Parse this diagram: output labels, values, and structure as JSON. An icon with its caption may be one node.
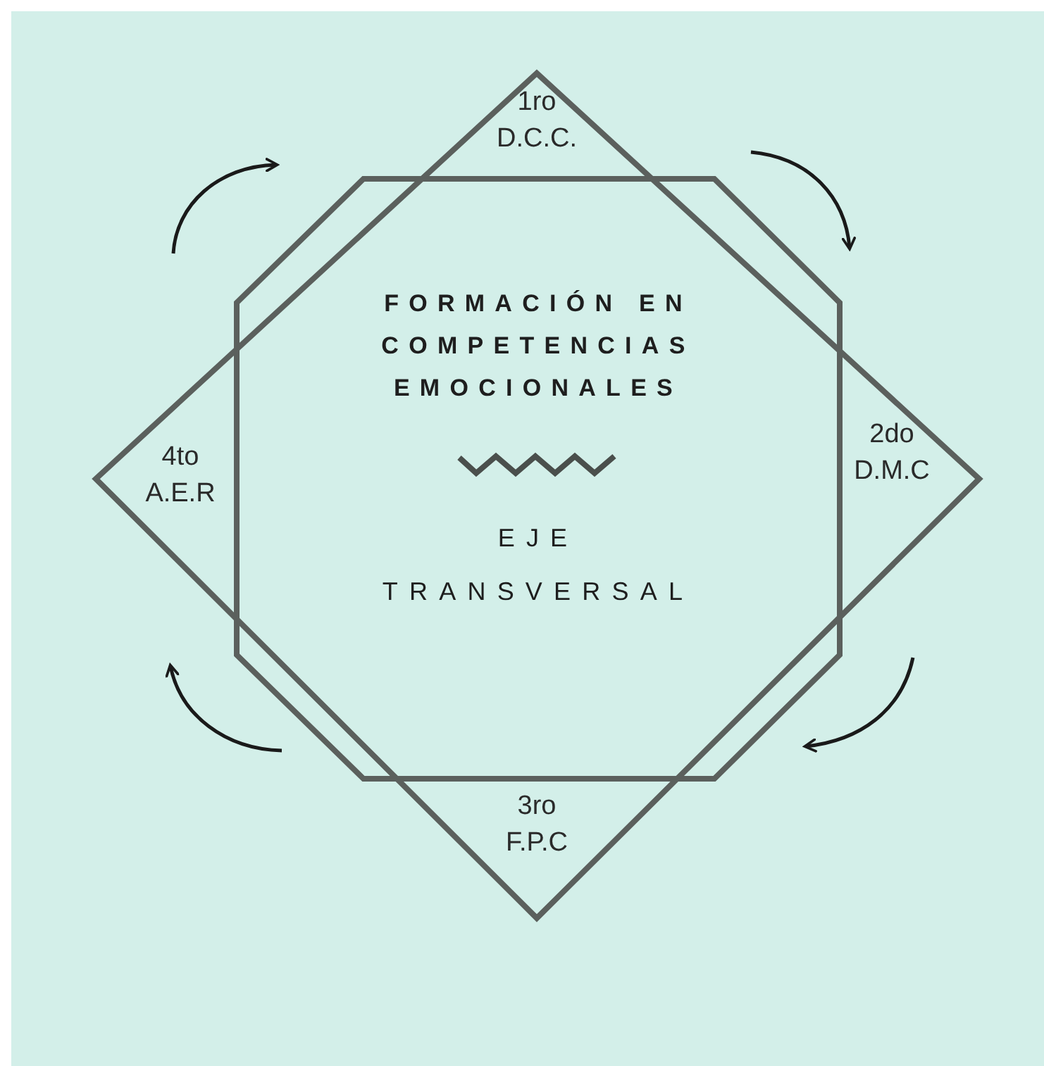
{
  "diagram": {
    "nodes": [
      {
        "text": [
          "FORMACIÓN EN COMPETENCIAS EMOCIONALES",
          "EJE TRANSVERSAL"
        ]
      }
    ],
    "labels": [
      "1ro",
      "D.C.C.",
      "2do",
      "D.M.C",
      "3ro",
      "F.P.C",
      "4to",
      "A.E.R"
    ]
  }
}
